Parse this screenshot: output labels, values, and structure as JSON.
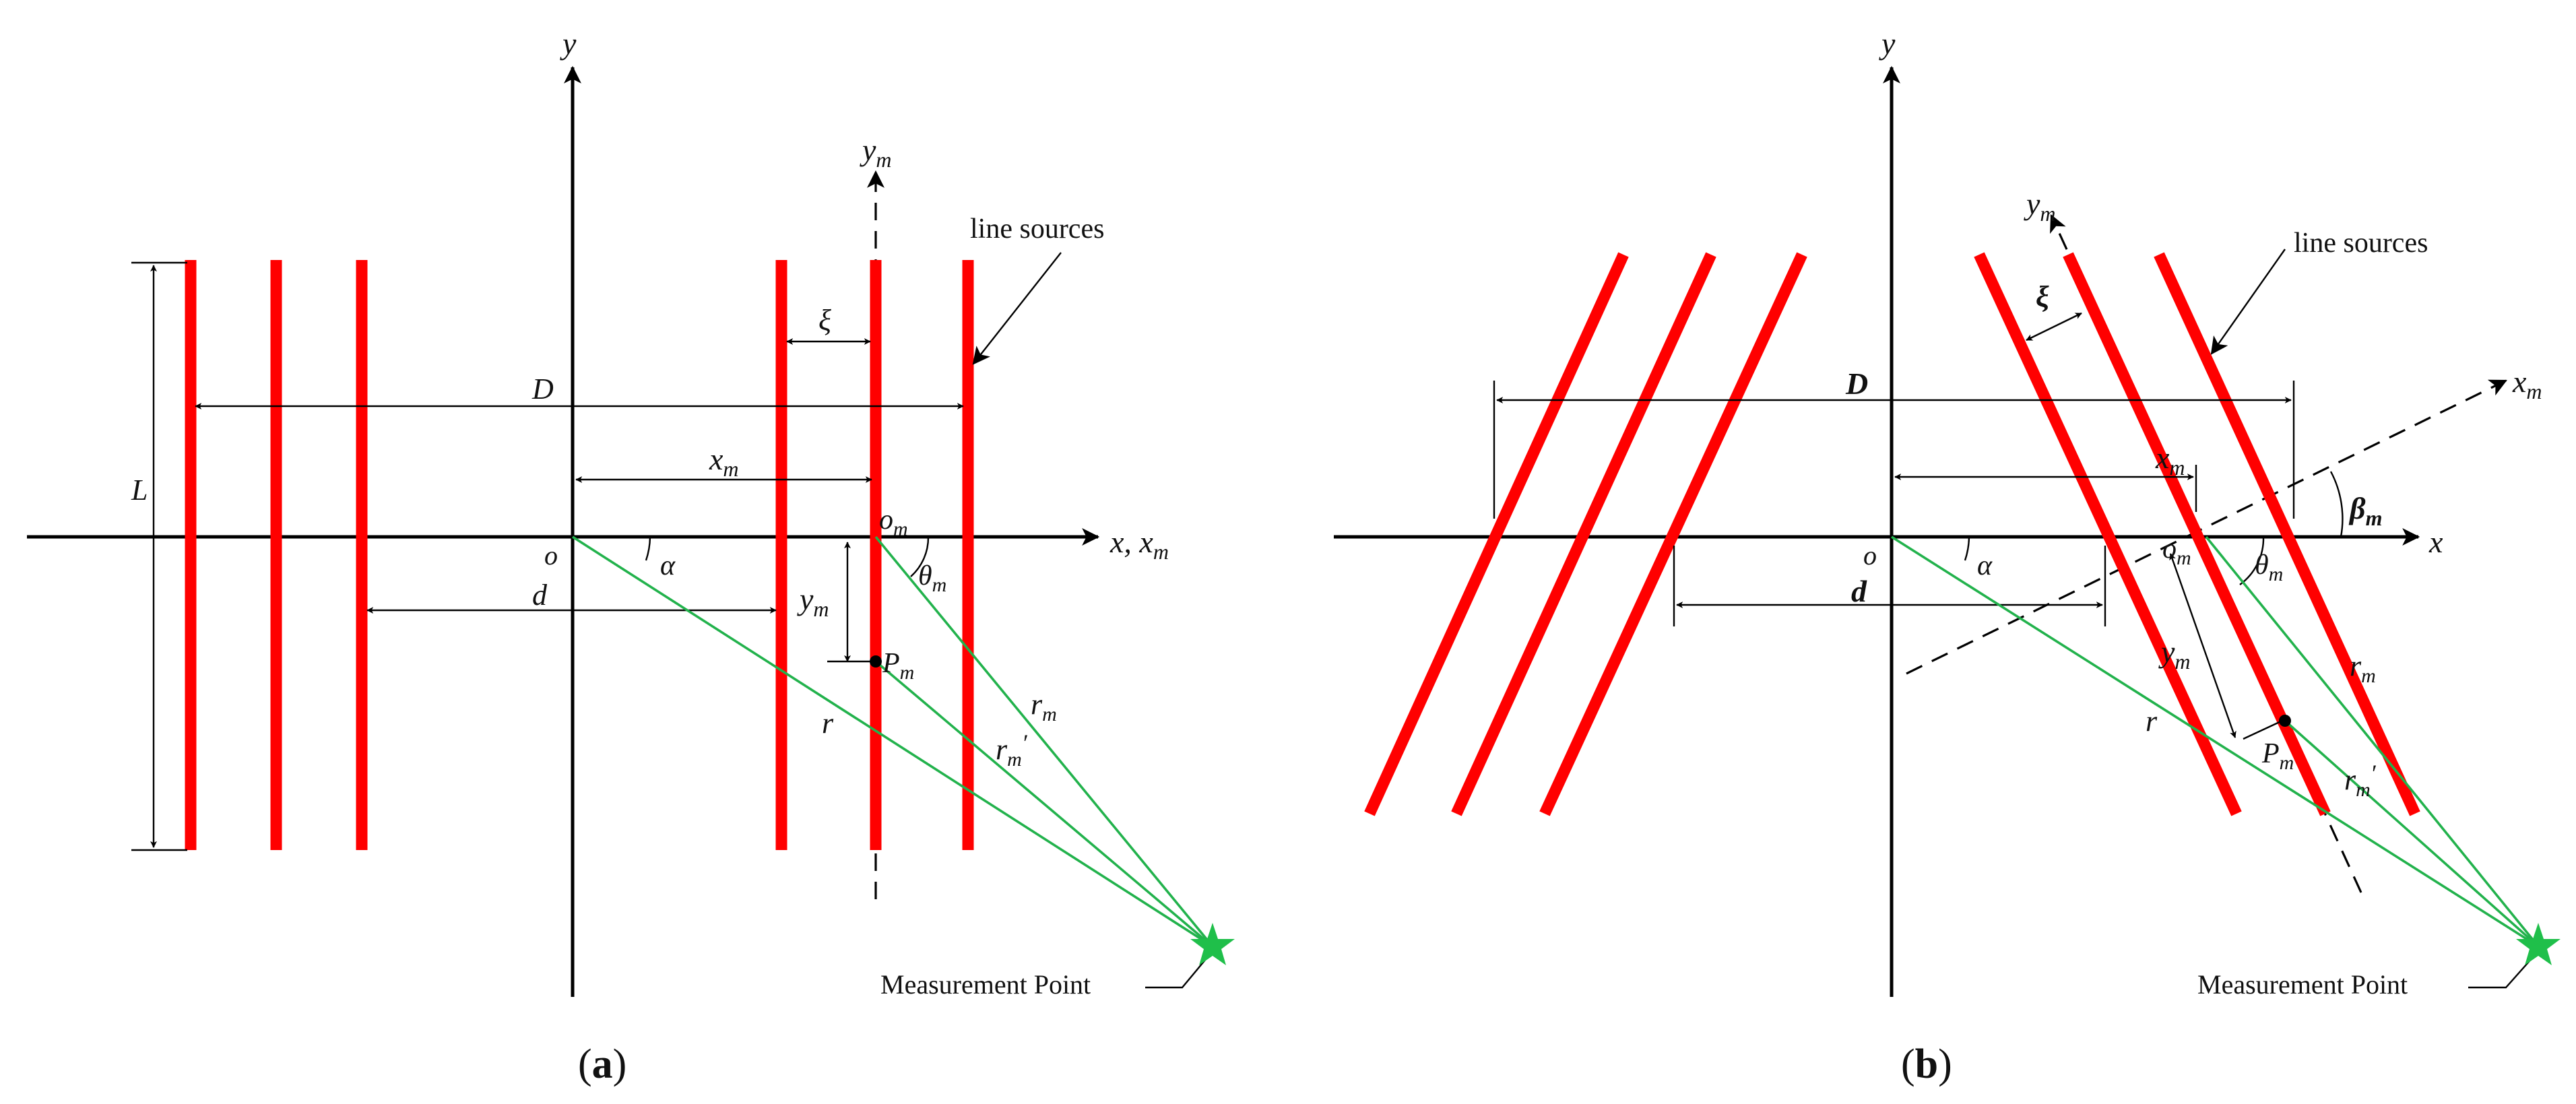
{
  "panel_a": {
    "caption_open": "(",
    "caption_letter": "a",
    "caption_close": ")",
    "labels": {
      "y_axis": "y",
      "ym_axis": "y",
      "ym_sub": "m",
      "x_axis": "x, x",
      "x_axis_sub": "m",
      "origin": "o",
      "om": "o",
      "om_sub": "m",
      "D": "D",
      "L": "L",
      "d": "d",
      "xi": "ξ",
      "xm": "x",
      "xm_sub": "m",
      "alpha": "α",
      "theta": "θ",
      "theta_sub": "m",
      "ym_dim": "y",
      "ym_dim_sub": "m",
      "Pm": "P",
      "Pm_sub": "m",
      "r": "r",
      "rm": "r",
      "rm_sub": "m",
      "rmp": "r",
      "rmp_sub": "m",
      "rmp_prime": "′",
      "line_sources": "line sources",
      "measurement_point": "Measurement Point"
    }
  },
  "panel_b": {
    "caption_open": "(",
    "caption_letter": "b",
    "caption_close": ")",
    "labels": {
      "y_axis": "y",
      "ym_axis": "y",
      "ym_sub": "m",
      "x_axis": "x",
      "xm_axis": "x",
      "xm_axis_sub": "m",
      "origin": "o",
      "om": "o",
      "om_sub": "m",
      "D": "D",
      "d": "d",
      "xi": "ξ",
      "xm": "x",
      "xm_sub": "m",
      "alpha": "α",
      "theta": "θ",
      "theta_sub": "m",
      "beta": "β",
      "beta_sub": "m",
      "ym_dim": "y",
      "ym_dim_sub": "m",
      "Pm": "P",
      "Pm_sub": "m",
      "r": "r",
      "rm": "r",
      "rm_sub": "m",
      "rmp": "r",
      "rmp_sub": "m",
      "rmp_prime": "′",
      "line_sources": "line sources",
      "measurement_point": "Measurement Point"
    }
  },
  "colors": {
    "line_source": "#ff0000",
    "ray": "#22b24c",
    "star": "#1fbf4a",
    "axis": "#000000"
  }
}
